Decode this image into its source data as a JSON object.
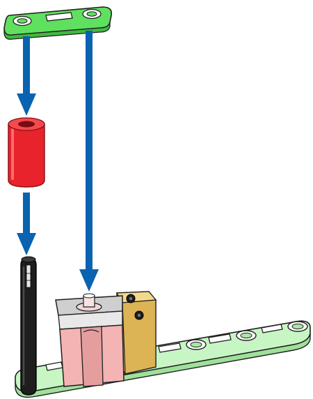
{
  "diagram": {
    "kind": "assembly-instructions",
    "caption": "",
    "parts": [
      {
        "id": "short-link",
        "shape": "flat link with three holes",
        "color": "#5fe05f"
      },
      {
        "id": "spacer-tube",
        "shape": "hollow cylinder",
        "color": "#e8232b"
      },
      {
        "id": "shaft-pin",
        "shape": "pin with slotted tip",
        "color": "#1a1a1a"
      },
      {
        "id": "long-arm",
        "shape": "flat perforated arm",
        "color": "#c8f5c4"
      },
      {
        "id": "slider-block",
        "shape": "block with vertical slot",
        "color": "#f4b4b4"
      },
      {
        "id": "cap-block",
        "shape": "block with screw heads",
        "color": "#e9c56a"
      },
      {
        "id": "top-plate",
        "shape": "grey plate with bolt",
        "color": "#c9c9c9"
      }
    ],
    "arrows": [
      {
        "id": "arrow-link-to-spacer",
        "from": "short-link",
        "to": "spacer-tube"
      },
      {
        "id": "arrow-spacer-to-pin",
        "from": "spacer-tube",
        "to": "shaft-pin"
      },
      {
        "id": "arrow-link-to-bolt",
        "from": "short-link",
        "to": "top-plate"
      }
    ],
    "arrow_color": "#0a63b0",
    "outline_color": "#1f1f1f"
  }
}
